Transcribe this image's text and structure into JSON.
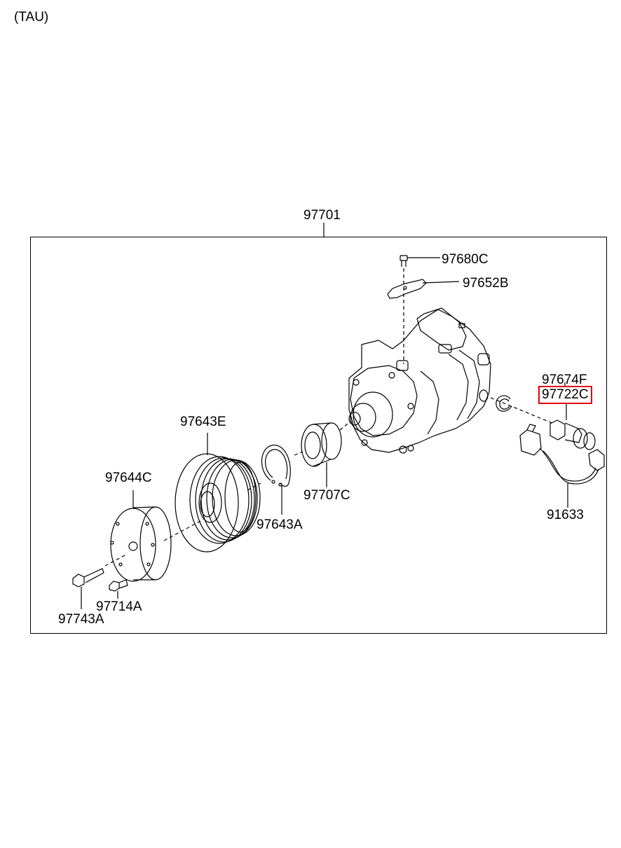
{
  "header": {
    "engine_label": "(TAU)"
  },
  "parts": [
    {
      "id": "assembly",
      "label": "97701"
    },
    {
      "id": "bolt-top",
      "label": "97680C"
    },
    {
      "id": "bracket",
      "label": "97652B"
    },
    {
      "id": "oring",
      "label": "97674F"
    },
    {
      "id": "pressure-switch",
      "label": "97722C",
      "highlighted": true
    },
    {
      "id": "pulley",
      "label": "97643E"
    },
    {
      "id": "hub",
      "label": "97644C"
    },
    {
      "id": "coil",
      "label": "97707C"
    },
    {
      "id": "snap-ring",
      "label": "97643A"
    },
    {
      "id": "wiring",
      "label": "91633"
    },
    {
      "id": "bolt-small",
      "label": "97714A"
    },
    {
      "id": "bolt-hub",
      "label": "97743A"
    }
  ],
  "colors": {
    "line": "#000000",
    "highlight": "#e0000a",
    "background": "#ffffff"
  }
}
